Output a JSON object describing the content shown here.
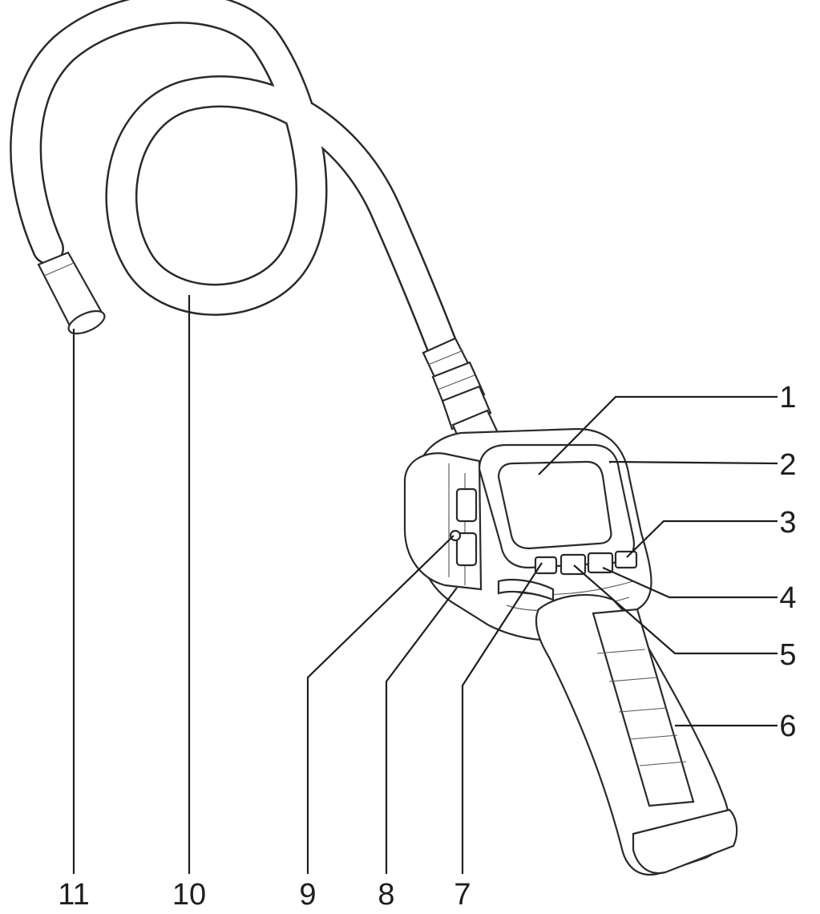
{
  "diagram": {
    "callouts": [
      {
        "id": "1",
        "label": "1"
      },
      {
        "id": "2",
        "label": "2"
      },
      {
        "id": "3",
        "label": "3"
      },
      {
        "id": "4",
        "label": "4"
      },
      {
        "id": "5",
        "label": "5"
      },
      {
        "id": "6",
        "label": "6"
      },
      {
        "id": "7",
        "label": "7"
      },
      {
        "id": "8",
        "label": "8"
      },
      {
        "id": "9",
        "label": "9"
      },
      {
        "id": "10",
        "label": "10"
      },
      {
        "id": "11",
        "label": "11"
      }
    ],
    "colors": {
      "line": "#1f1f1f",
      "fill": "#ffffff"
    }
  }
}
